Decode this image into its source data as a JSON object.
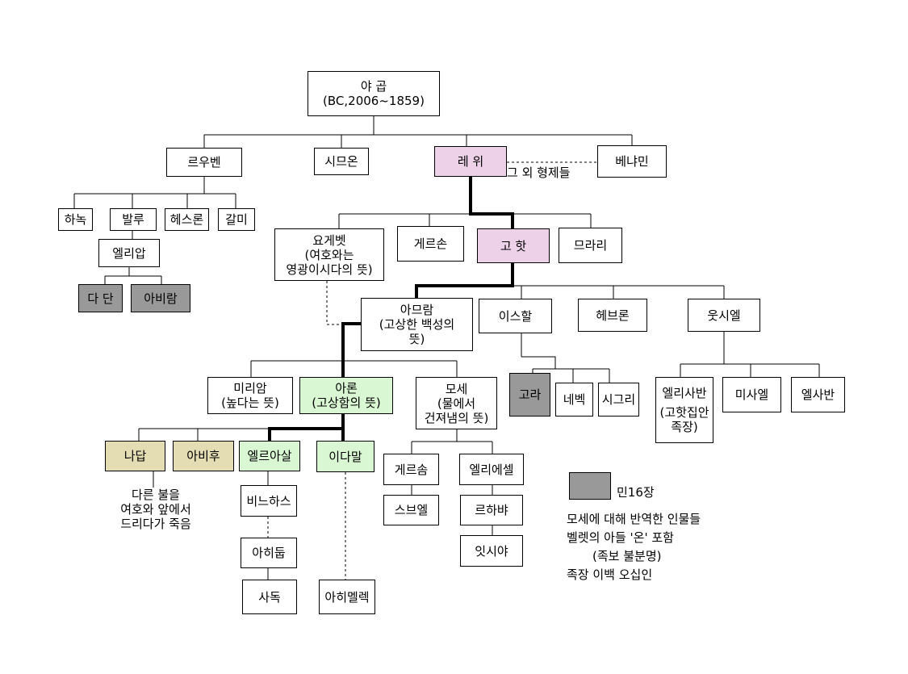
{
  "nodes": {
    "jacob": [
      "야 곱",
      "(BC,2006~1859)"
    ],
    "reuben": [
      "르우벤"
    ],
    "simeon": [
      "시므온"
    ],
    "levi": [
      "레 위"
    ],
    "benjamin": [
      "베냐민"
    ],
    "hanoch": [
      "하녹"
    ],
    "pallu": [
      "발루"
    ],
    "hezron": [
      "헤스론"
    ],
    "carmi": [
      "갈미"
    ],
    "eliab": [
      "엘리압"
    ],
    "dathan": [
      "다 단"
    ],
    "abiram": [
      "아비람"
    ],
    "jochebed": [
      "요게벳",
      "(여호와는",
      "영광이시다의 뜻)"
    ],
    "gershon": [
      "게르손"
    ],
    "kohath": [
      "고 핫"
    ],
    "merari": [
      "므라리"
    ],
    "amram": [
      "아므람",
      "(고상한 백성의",
      "뜻)"
    ],
    "izhar": [
      "이스할"
    ],
    "hebron": [
      "헤브론"
    ],
    "uzziel": [
      "웃시엘"
    ],
    "miriam": [
      "미리암",
      "(높다는 뜻)"
    ],
    "aaron": [
      "아론",
      "(고상함의 뜻)"
    ],
    "moses": [
      "모세",
      "(물에서",
      "건져냄의 뜻)"
    ],
    "korah": [
      "고라"
    ],
    "nepheg": [
      "네벡"
    ],
    "zichri": [
      "시그리"
    ],
    "elizaphan": [
      "엘리사반",
      "(고핫집안",
      "족장)"
    ],
    "mishael": [
      "미사엘"
    ],
    "elzaphan": [
      "엘사반"
    ],
    "nadab": [
      "나답"
    ],
    "abihu": [
      "아비후"
    ],
    "eleazar": [
      "엘르아살"
    ],
    "ithamar": [
      "이다말"
    ],
    "phinehas": [
      "비느하스"
    ],
    "ahitub": [
      "아히둡"
    ],
    "zadok": [
      "사독"
    ],
    "ahimelech": [
      "아히멜렉"
    ],
    "gershom": [
      "게르솜"
    ],
    "eliezer": [
      "엘리에셀"
    ],
    "shebuel": [
      "스브엘"
    ],
    "rehabiah": [
      "르하뱌"
    ],
    "isshiah": [
      "잇시야"
    ]
  },
  "notes": {
    "brothers": "그 외 형제들",
    "nadab_note": [
      "다른 불을",
      "여호와 앞에서",
      "드리다가 죽음"
    ]
  },
  "legend": {
    "swatch_label": "민16장",
    "lines": [
      "모세에 대해 반역한 인물들",
      "벨렛의 아들 '온' 포함",
      "(족보 불분명)",
      "족장 이백 오십인"
    ]
  },
  "colors": {
    "highlight_levi_line": "#edd1e8",
    "highlight_aaron_line": "#d9f7d2",
    "nadab_abihu": "#e4dcb3",
    "rebels": "#999999"
  }
}
